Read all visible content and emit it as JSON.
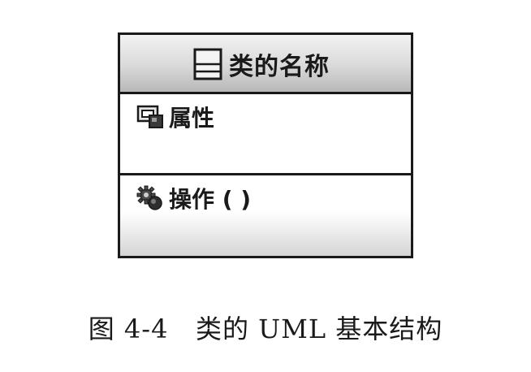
{
  "diagram": {
    "class_box": {
      "name": "类的名称",
      "attributes_label": "属性",
      "operations_label": "操作 ( )"
    },
    "icons": {
      "class": "class-icon",
      "attribute": "attribute-icon",
      "operation": "operation-gear-icon"
    },
    "caption": "图 4-4   类的 UML 基本结构"
  }
}
